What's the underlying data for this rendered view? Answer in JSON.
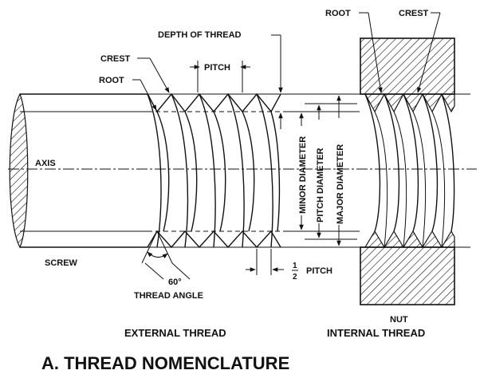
{
  "labels": {
    "root_left": "ROOT",
    "crest_left": "CREST",
    "depth_of_thread": "DEPTH OF THREAD",
    "pitch_top": "PITCH",
    "axis": "AXIS",
    "screw": "SCREW",
    "angle_value": "60°",
    "thread_angle": "THREAD ANGLE",
    "half_num": "1",
    "half_den": "2",
    "half_pitch": "PITCH",
    "minor_diameter": "MINOR DIAMETER",
    "pitch_diameter": "PITCH DIAMETER",
    "major_diameter": "MAJOR DIAMETER",
    "root_right": "ROOT",
    "crest_right": "CREST",
    "nut": "NUT",
    "external_thread": "EXTERNAL THREAD",
    "internal_thread": "INTERNAL THREAD",
    "title": "A.  THREAD NOMENCLATURE"
  }
}
